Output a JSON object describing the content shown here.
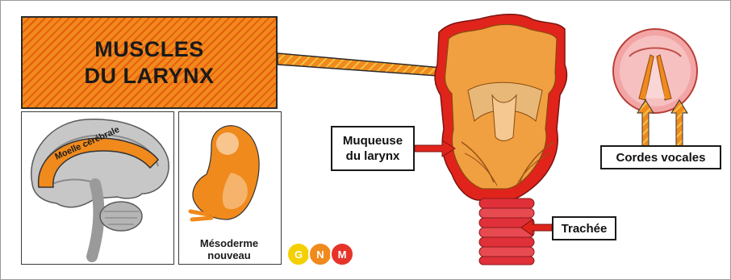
{
  "title": {
    "line1": "MUSCLES",
    "line2": "DU LARYNX"
  },
  "brain_label": "Moelle cérébrale",
  "embryo_label": {
    "line1": "Mésoderme",
    "line2": "nouveau"
  },
  "labels": {
    "mucosa": {
      "line1": "Muqueuse",
      "line2": "du larynx"
    },
    "trachea": "Trachée",
    "vocal_cords": "Cordes vocales"
  },
  "logo": {
    "g": "G",
    "n": "N",
    "m": "M"
  },
  "colors": {
    "orange": "#f08a1c",
    "red_arrow": "#e0241b",
    "logo_g": "#f4d000",
    "logo_n": "#f08a1c",
    "logo_m": "#e6342a"
  }
}
